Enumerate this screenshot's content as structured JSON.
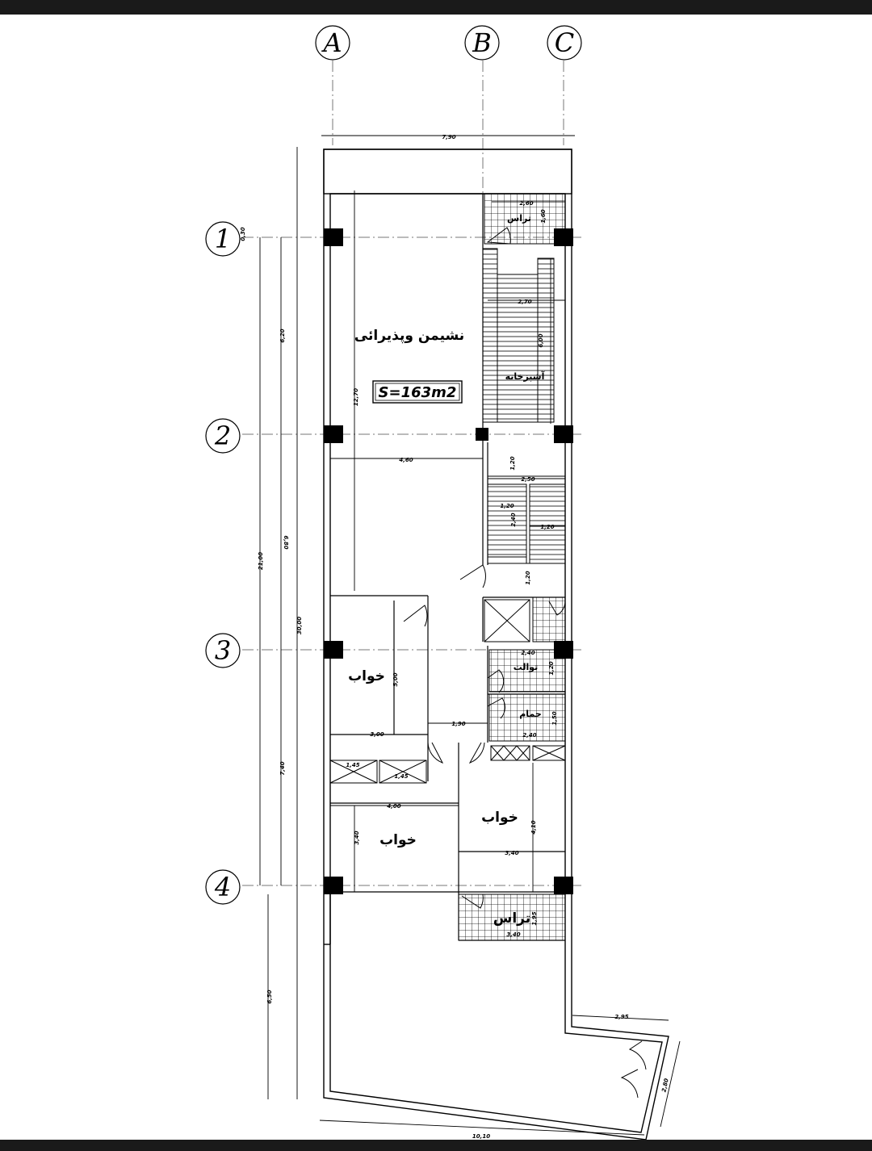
{
  "axes": {
    "columns": [
      "A",
      "B",
      "C"
    ],
    "rows": [
      "1",
      "2",
      "3",
      "4"
    ]
  },
  "rooms": {
    "living": "نشیمن وپذیرائی",
    "kitchen": "آشپزخانه",
    "terrace_top": "تراس",
    "bedroom_1": "خواب",
    "bedroom_2": "خواب",
    "bedroom_3": "خواب",
    "toilet": "توالت",
    "bath": "حمام",
    "terrace_bottom": "تراس"
  },
  "area_label": "S=163m2",
  "dimensions": {
    "top_width": "7,90",
    "bottom_width": "10,10",
    "overall_height": "30,00",
    "grid_total": "21,00",
    "span_1_2": "6,20",
    "span_2_3": "6,80",
    "span_3_4": "7,40",
    "front_depth": "6,50",
    "top_offset": "0,30",
    "living_height": "12,70",
    "living_width": "4,60",
    "kitchen_width": "2,70",
    "kitchen_depth": "6,00",
    "terrace_top_w": "2,60",
    "terrace_top_h": "1,60",
    "stair_w": "2,50",
    "stair_a": "1,20",
    "stair_b": "1,20",
    "stair_c": "1,20",
    "stair_d": "2,40",
    "stair_e": "1,20",
    "bed1_w": "3,00",
    "bed1_h": "5,00",
    "closet_a": "1,45",
    "closet_b": "1,45",
    "hall_w": "1,90",
    "bed2_w": "4,00",
    "bed2_h": "3,40",
    "bed3_w": "3,40",
    "bed3_h": "4,10",
    "toilet_w": "2,40",
    "toilet_h": "1,20",
    "bath_w": "2,40",
    "bath_h": "1,50",
    "terrace_b_w": "3,40",
    "terrace_b_h": "1,95",
    "balcony_w": "2,95",
    "balcony_h": "2,80"
  }
}
